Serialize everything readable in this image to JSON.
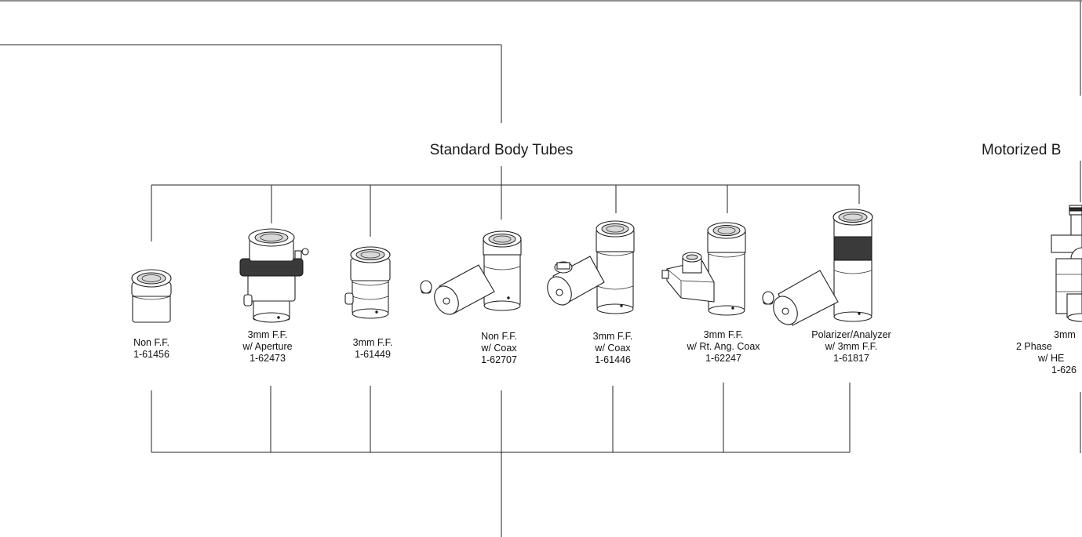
{
  "diagram": {
    "section_title": "Standard Body Tubes",
    "right_section_title": "Motorized B",
    "products": [
      {
        "lines": [
          "Non F.F.",
          "1-61456"
        ],
        "icon": "plain-short-tube"
      },
      {
        "lines": [
          "3mm F.F.",
          "w/ Aperture",
          "1-62473"
        ],
        "icon": "aperture-tube"
      },
      {
        "lines": [
          "3mm  F.F.",
          "1-61449"
        ],
        "icon": "ff-tube"
      },
      {
        "lines": [
          "Non F.F.",
          "w/ Coax",
          "1-62707"
        ],
        "icon": "coax-tube"
      },
      {
        "lines": [
          "3mm F.F.",
          "w/  Coax",
          "1-61446"
        ],
        "icon": "coax-ff-tube"
      },
      {
        "lines": [
          "3mm F.F.",
          "w/ Rt. Ang. Coax",
          "1-62247"
        ],
        "icon": "right-angle-coax-tube"
      },
      {
        "lines": [
          "Polarizer/Analyzer",
          "w/ 3mm F.F.",
          "1-61817"
        ],
        "icon": "polarizer-tube"
      }
    ],
    "partial_product": {
      "lines": [
        "3mm",
        "2 Phase",
        "w/ HE",
        "1-626"
      ],
      "icon": "motorized-tube"
    }
  }
}
